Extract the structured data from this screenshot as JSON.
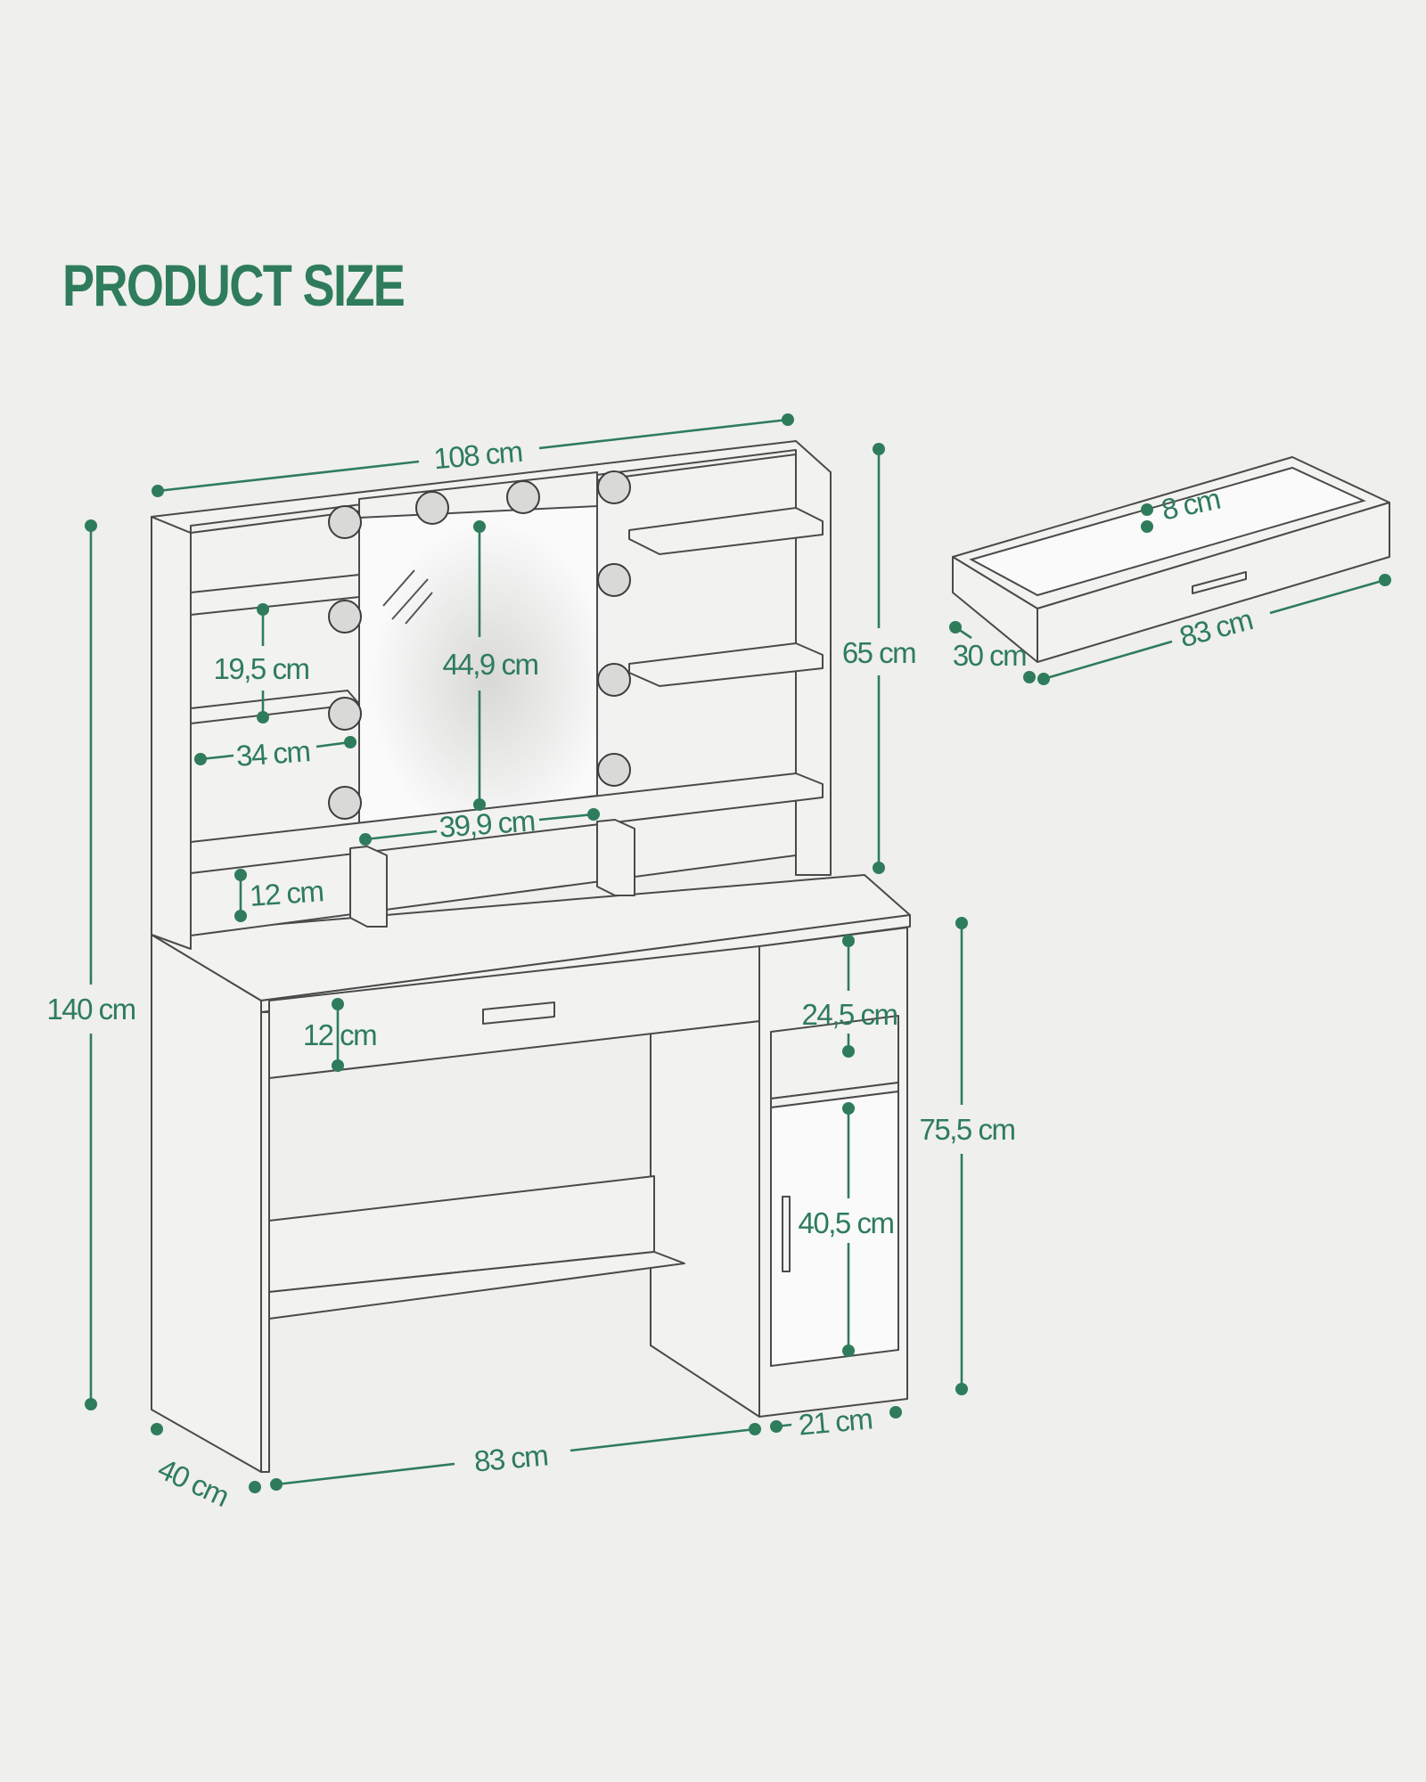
{
  "title": "PRODUCT SIZE",
  "colors": {
    "accent": "#2e7c5c",
    "background": "#efefed",
    "outline": "#4a4a4a"
  },
  "dimensions": {
    "total_width": "108 cm",
    "total_height": "140 cm",
    "hutch_height": "65 cm",
    "desk_height": "75,5 cm",
    "left_shelf_spacing": "19,5 cm",
    "mirror_height": "44,9 cm",
    "left_shelf_width": "34 cm",
    "mirror_width": "39,9 cm",
    "hutch_bottom_gap": "12 cm",
    "drawer_front_height": "12 cm",
    "open_compartment_height": "24,5 cm",
    "door_height": "40,5 cm",
    "cabinet_width": "21 cm",
    "desk_inner_width": "83 cm",
    "depth": "40 cm",
    "drawer_depth_inner": "8 cm",
    "drawer_width": "83 cm",
    "drawer_length": "30 cm"
  }
}
